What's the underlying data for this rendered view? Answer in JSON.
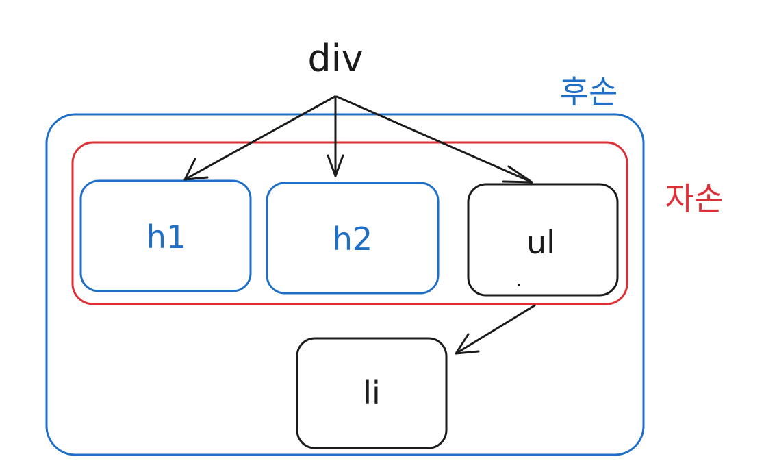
{
  "diagram": {
    "root_label": "div",
    "descendants_label": "후손",
    "children_label": "자손",
    "nodes": {
      "h1": "h1",
      "h2": "h2",
      "ul": "ul",
      "li": "li"
    }
  },
  "colors": {
    "blue": "#1f6fc7",
    "red": "#dd2f36",
    "black": "#1b1b1b"
  }
}
